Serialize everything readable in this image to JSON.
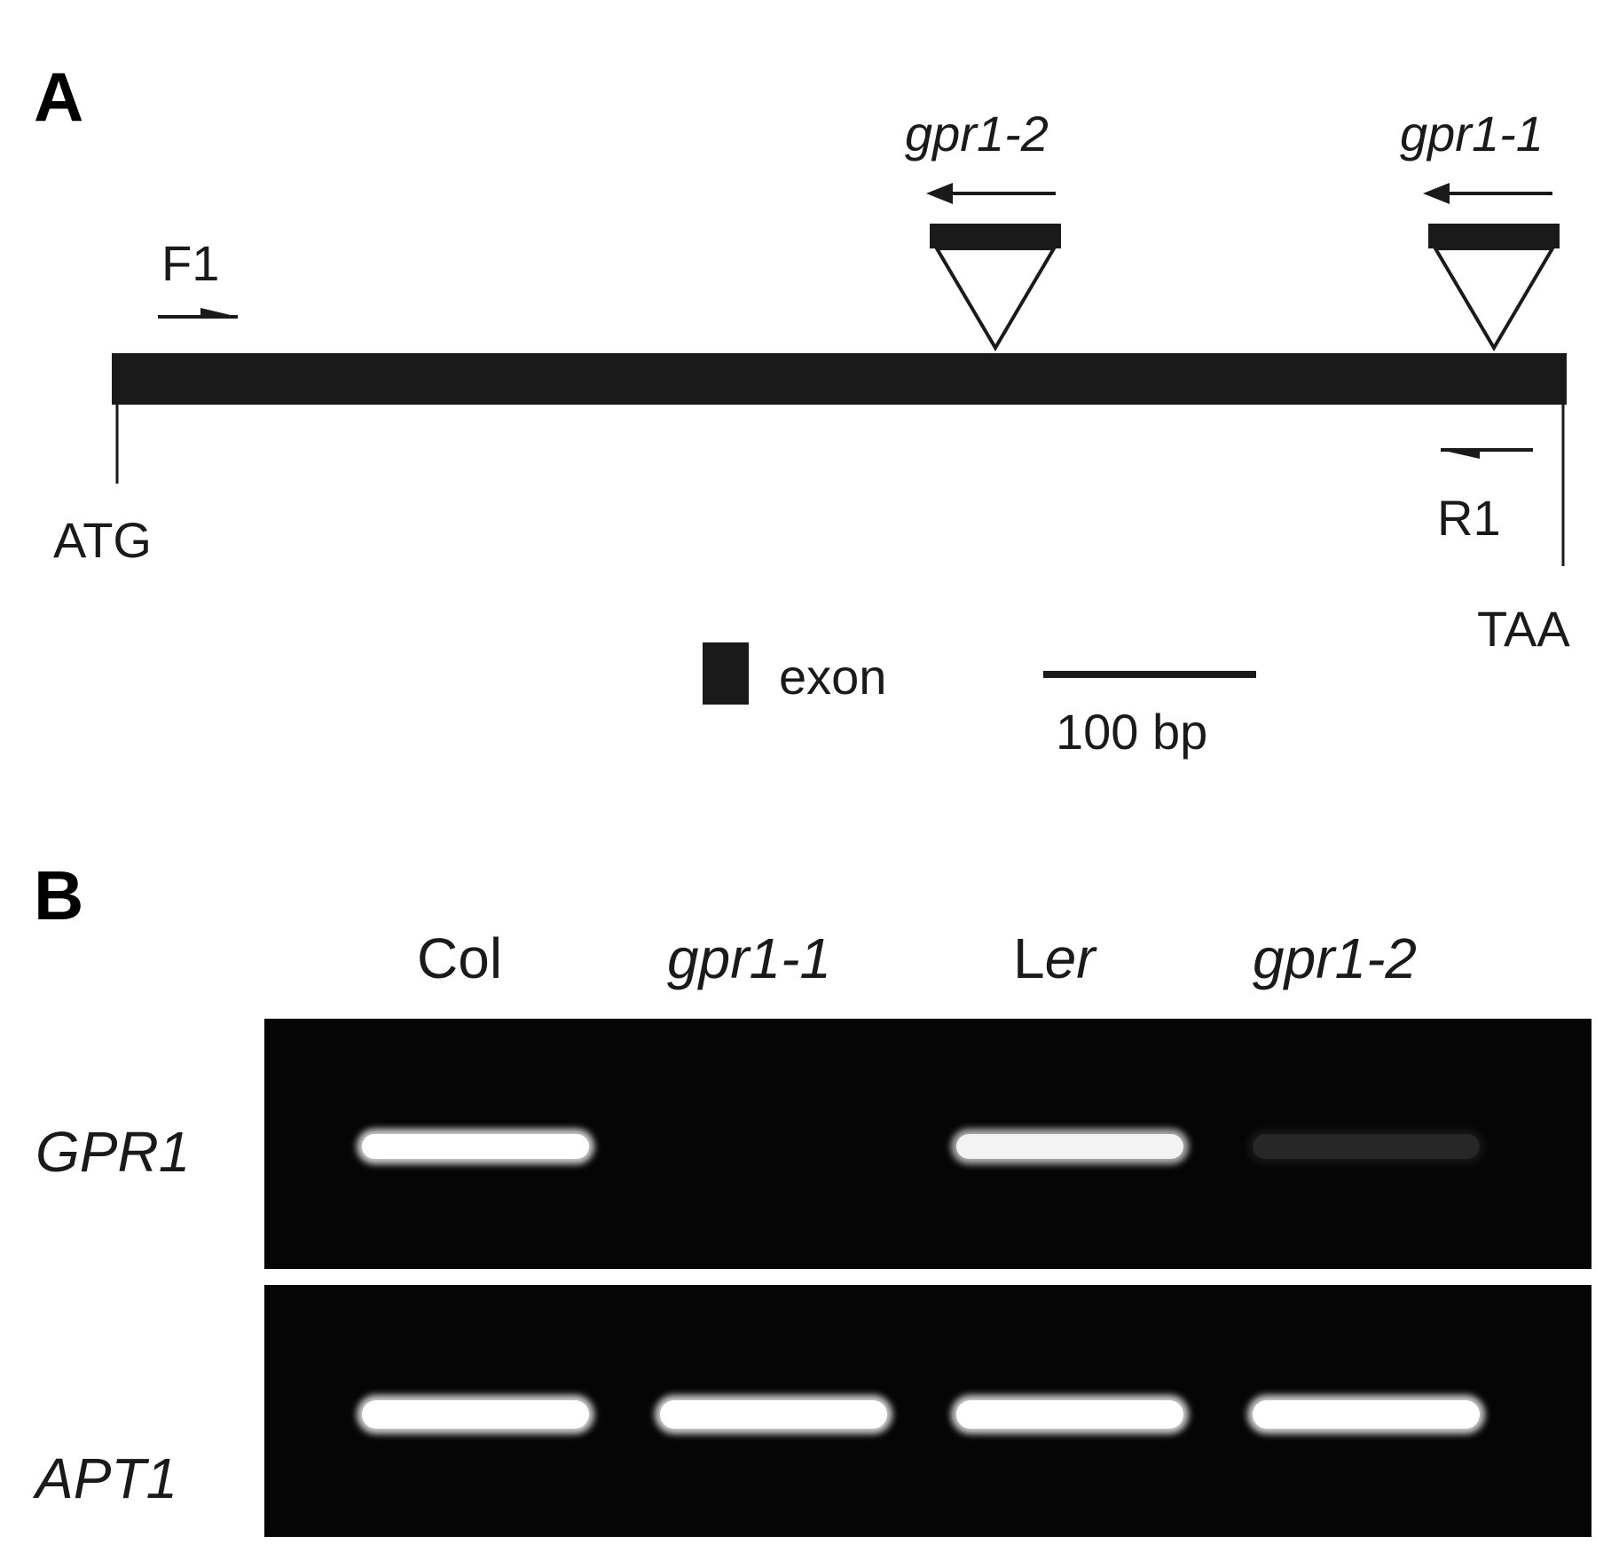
{
  "panelA": {
    "letter": "A",
    "start_codon": "ATG",
    "stop_codon": "TAA",
    "forward_primer": "F1",
    "reverse_primer": "R1",
    "insertion_gpr1_2": "gpr1-2",
    "insertion_gpr1_1": "gpr1-1",
    "legend_exon": "exon",
    "scale_bar": "100 bp"
  },
  "panelB": {
    "letter": "B",
    "lanes": [
      {
        "label": "Col",
        "italic": false
      },
      {
        "label": "gpr1-1",
        "italic": true
      },
      {
        "label_prefix": "L",
        "label_italic_part": "er",
        "italic": false
      },
      {
        "label": "gpr1-2",
        "italic": true
      }
    ],
    "rows": [
      {
        "gene": "GPR1",
        "band_intensity": [
          1.0,
          0.0,
          0.85,
          0.08
        ]
      },
      {
        "gene": "APT1",
        "band_intensity": [
          1.0,
          1.0,
          1.0,
          1.0
        ]
      }
    ]
  },
  "colors": {
    "exon": "#1a1a1a",
    "gel_background": "#050505",
    "band": "#ffffff"
  }
}
